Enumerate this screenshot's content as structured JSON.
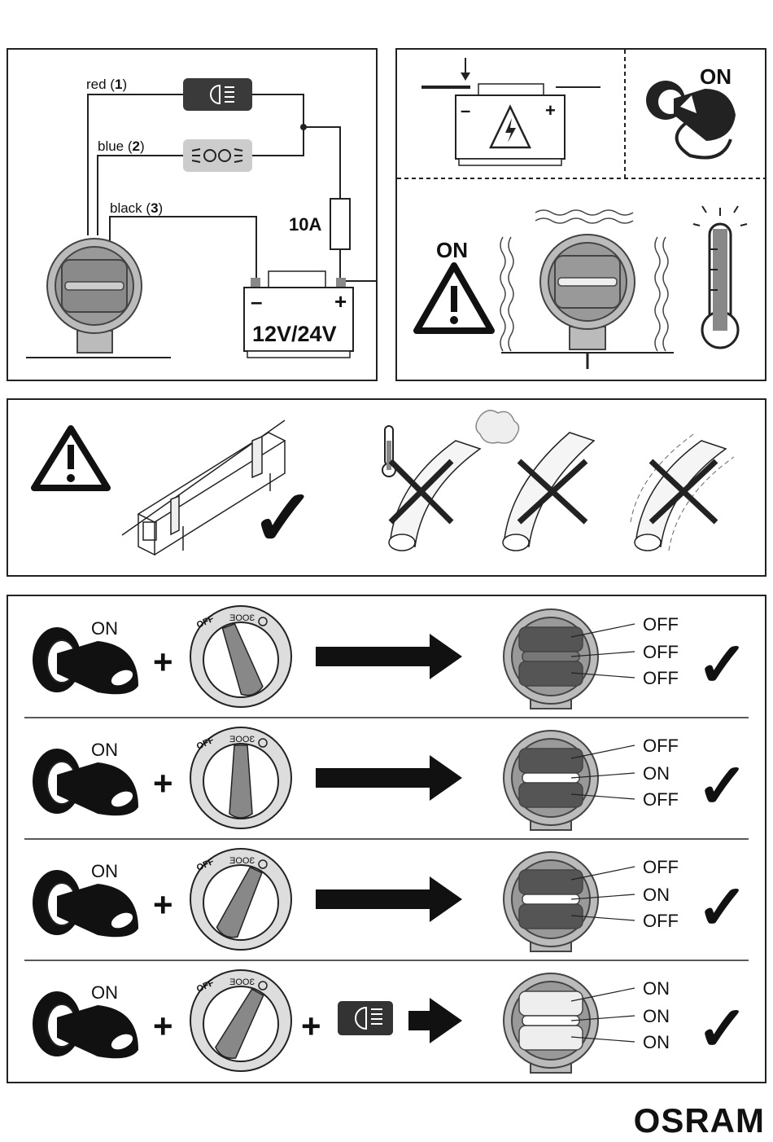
{
  "wiring": {
    "wire_red": "red",
    "wire_red_num": "1",
    "wire_blue": "blue",
    "wire_blue_num": "2",
    "wire_black": "black",
    "wire_black_num": "3",
    "fuse": "10A",
    "battery_voltage": "12V/24V",
    "minus": "–",
    "plus": "+"
  },
  "safety": {
    "ignition_on": "ON",
    "warning_on": "ON"
  },
  "mounting": {
    "correct_mark": "✓"
  },
  "modes": {
    "switch_labels": {
      "off": "OFF"
    },
    "rows": [
      {
        "ignition": "ON",
        "plus": "+",
        "states": [
          "OFF",
          "OFF",
          "OFF"
        ]
      },
      {
        "ignition": "ON",
        "plus": "+",
        "states": [
          "OFF",
          "ON",
          "OFF"
        ]
      },
      {
        "ignition": "ON",
        "plus": "+",
        "states": [
          "OFF",
          "ON",
          "OFF"
        ]
      },
      {
        "ignition": "ON",
        "plus": "+",
        "plus2": "+",
        "states": [
          "ON",
          "ON",
          "ON"
        ]
      }
    ]
  },
  "brand": "OSRAM"
}
